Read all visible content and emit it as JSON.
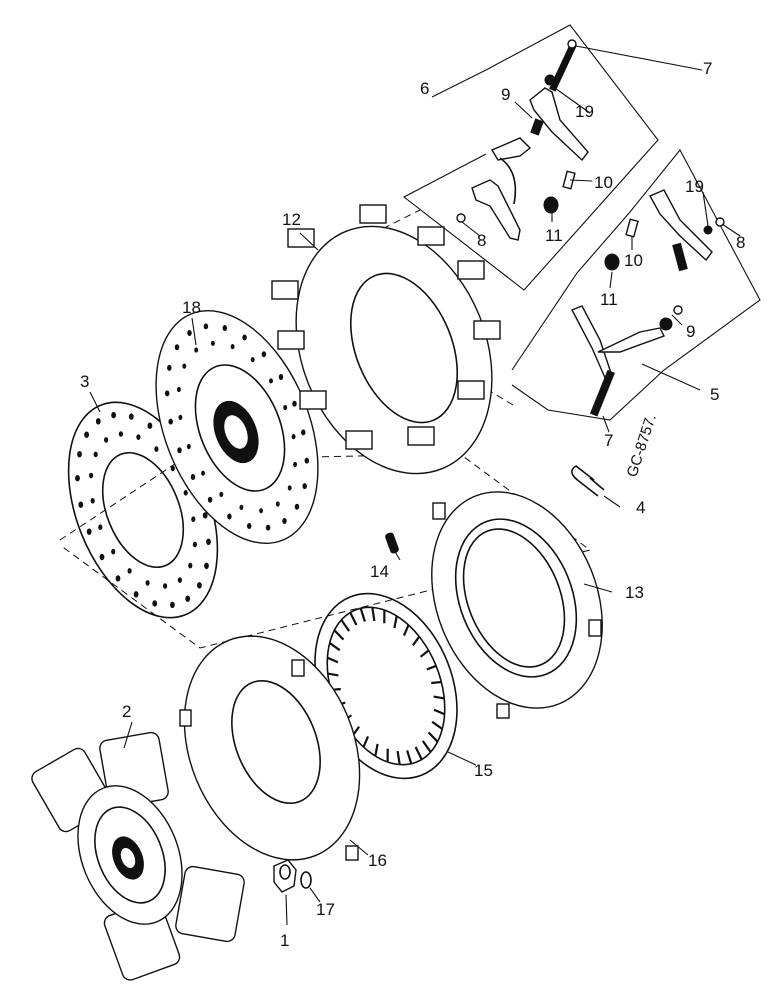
{
  "drawing_code": "GC-8757.",
  "callouts": [
    {
      "id": "c1",
      "text": "1"
    },
    {
      "id": "c2",
      "text": "2"
    },
    {
      "id": "c3",
      "text": "3"
    },
    {
      "id": "c4",
      "text": "4"
    },
    {
      "id": "c5",
      "text": "5"
    },
    {
      "id": "c6",
      "text": "6"
    },
    {
      "id": "c7a",
      "text": "7"
    },
    {
      "id": "c7b",
      "text": "7"
    },
    {
      "id": "c8a",
      "text": "8"
    },
    {
      "id": "c8b",
      "text": "8"
    },
    {
      "id": "c9a",
      "text": "9"
    },
    {
      "id": "c9b",
      "text": "9"
    },
    {
      "id": "c10a",
      "text": "10"
    },
    {
      "id": "c10b",
      "text": "10"
    },
    {
      "id": "c11a",
      "text": "11"
    },
    {
      "id": "c11b",
      "text": "11"
    },
    {
      "id": "c12",
      "text": "12"
    },
    {
      "id": "c13",
      "text": "13"
    },
    {
      "id": "c14",
      "text": "14"
    },
    {
      "id": "c15",
      "text": "15"
    },
    {
      "id": "c16",
      "text": "16"
    },
    {
      "id": "c17",
      "text": "17"
    },
    {
      "id": "c18",
      "text": "18"
    },
    {
      "id": "c19a",
      "text": "19"
    },
    {
      "id": "c19b",
      "text": "19"
    }
  ]
}
